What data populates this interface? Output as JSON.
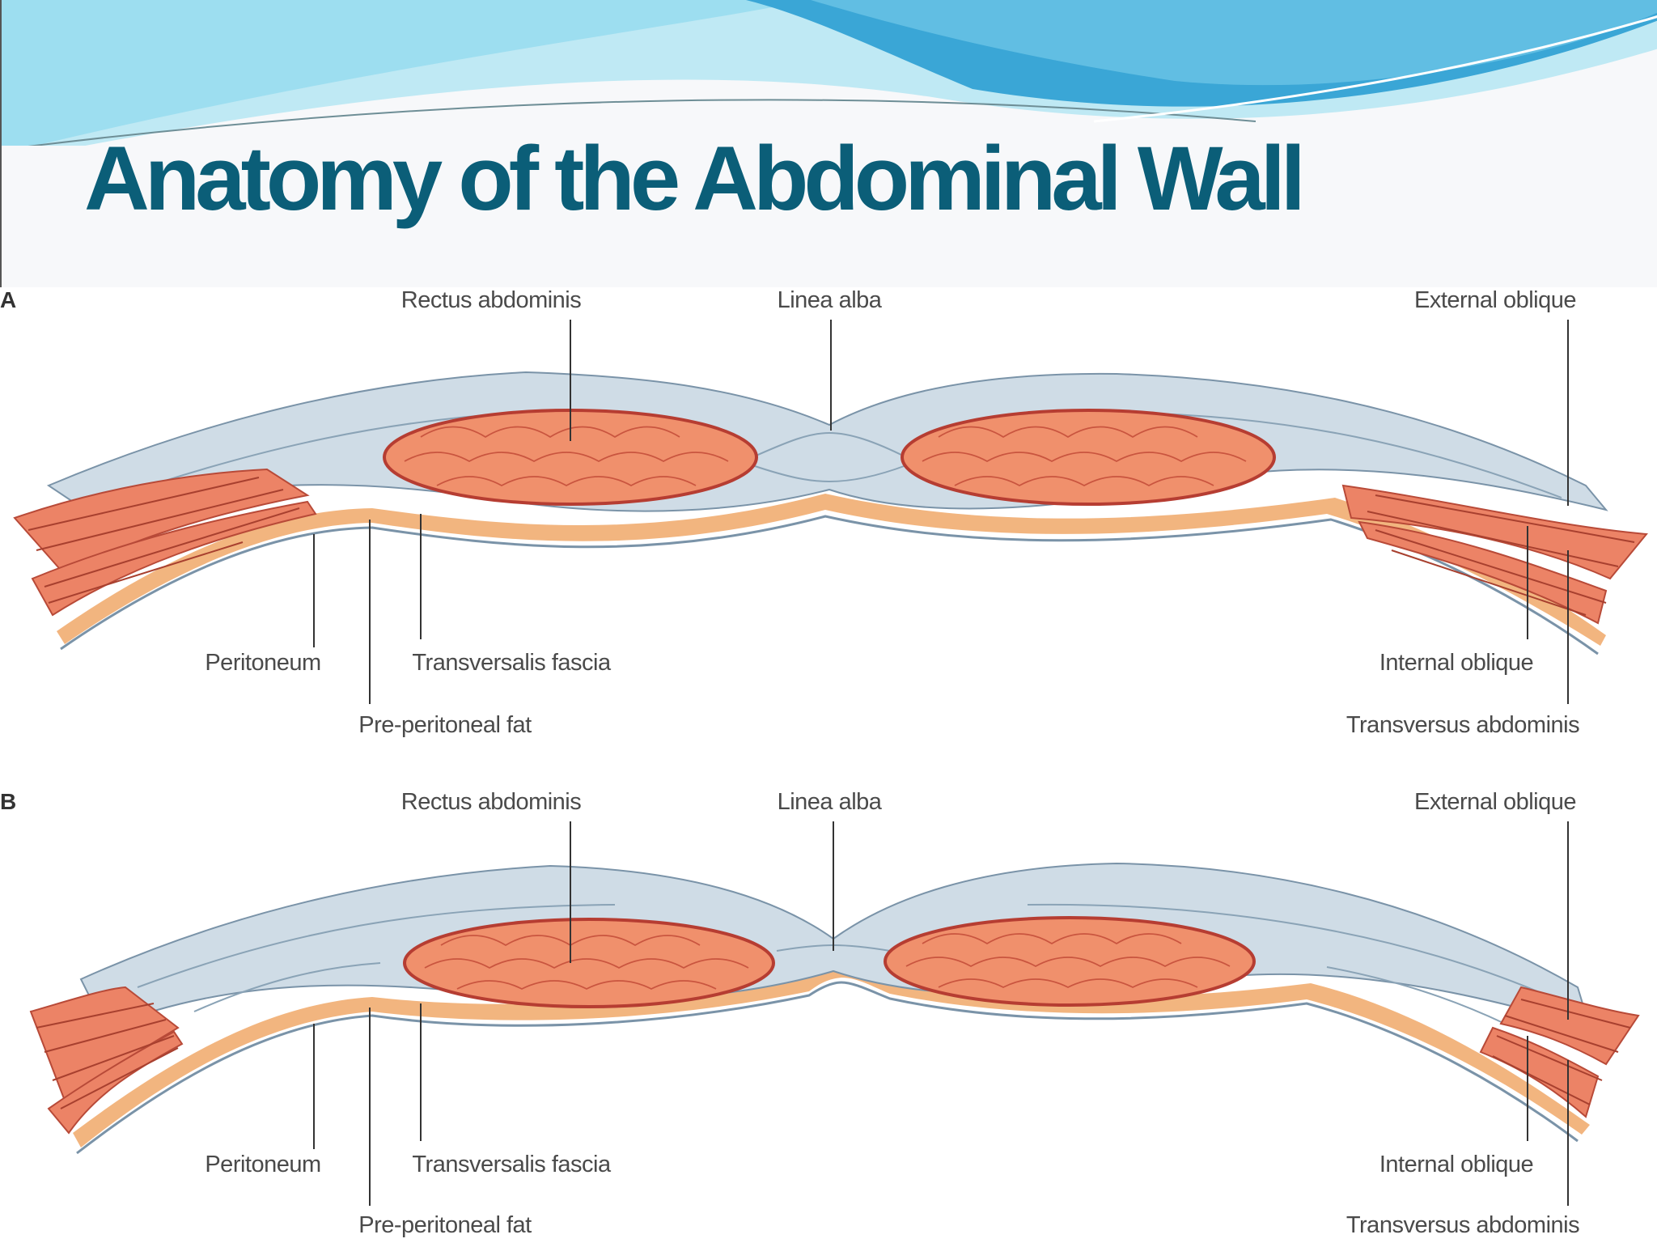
{
  "title": "Anatomy of the Abdominal Wall",
  "palette": {
    "title": "#0b5e78",
    "fascia": "#cfdce6",
    "rectus_muscle": "#f0906c",
    "rectus_outline": "#b63d32",
    "lateral_muscle": "#ec8366",
    "pre_peritoneal_fat": "#f2b57f",
    "wave_light": "#bfe9f4",
    "wave_dark": "#3aa6d6"
  },
  "panels": [
    {
      "id": "A",
      "labels": {
        "rectus_abdominis": "Rectus abdominis",
        "linea_alba": "Linea alba",
        "external_oblique": "External oblique",
        "peritoneum": "Peritoneum",
        "transversalis_fascia": "Transversalis fascia",
        "pre_peritoneal_fat": "Pre-peritoneal fat",
        "internal_oblique": "Internal oblique",
        "transversus_abdominis": "Transversus abdominis"
      }
    },
    {
      "id": "B",
      "labels": {
        "rectus_abdominis": "Rectus abdominis",
        "linea_alba": "Linea alba",
        "external_oblique": "External oblique",
        "peritoneum": "Peritoneum",
        "transversalis_fascia": "Transversalis fascia",
        "pre_peritoneal_fat": "Pre-peritoneal fat",
        "internal_oblique": "Internal oblique",
        "transversus_abdominis": "Transversus abdominis"
      }
    }
  ]
}
